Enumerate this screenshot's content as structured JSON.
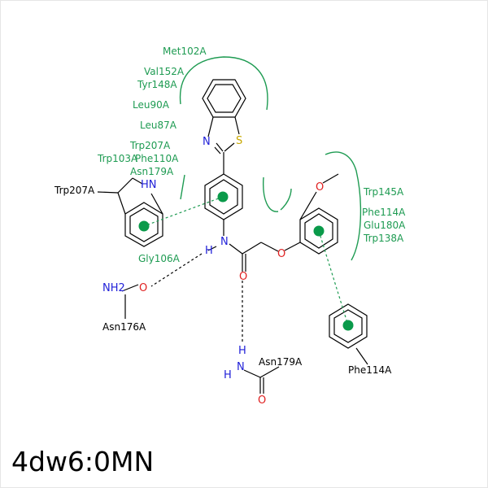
{
  "title": "4dw6:0MN",
  "colors": {
    "bond": "#000000",
    "residue_label": "#1e9b52",
    "arc": "#1e9b52",
    "pi_center": "#0a9a4a",
    "nitrogen": "#1f1fd8",
    "oxygen": "#e02020",
    "sulfur": "#c8a800",
    "hbond": "#000000"
  },
  "atoms": {
    "n_thiazole": "N",
    "s_thiazole": "S",
    "amide_n": "N",
    "amide_h": "H",
    "carbonyl_o": "O",
    "ether_o": "O",
    "methoxy_o": "O",
    "indole_hn": "HN",
    "asn176_nh2": "NH2",
    "asn176_o": "O",
    "asn179_h_top": "H",
    "asn179_n": "N",
    "asn179_h_left": "H",
    "asn179_o": "O"
  },
  "hydrophobic_residues": [
    "Met102A",
    "Val152A",
    "Tyr148A",
    "Leu90A",
    "Leu87A",
    "Trp207A",
    "Trp103A",
    "Phe110A",
    "Asn179A",
    "Gly106A",
    "Trp145A",
    "Phe114A",
    "Glu180A",
    "Trp138A"
  ],
  "interacting_residues": {
    "trp207": "Trp207A",
    "asn176": "Asn176A",
    "asn179": "Asn179A",
    "phe114": "Phe114A"
  }
}
